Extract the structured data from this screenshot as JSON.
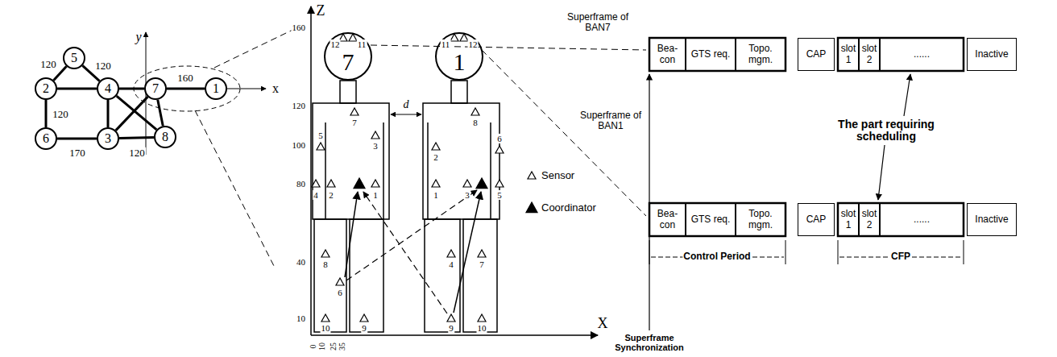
{
  "diagram": {
    "nodes": [
      {
        "text": [
          "5"
        ]
      },
      {
        "text": [
          "2"
        ]
      },
      {
        "text": [
          "4"
        ]
      },
      {
        "text": [
          "7"
        ]
      },
      {
        "text": [
          "1"
        ]
      },
      {
        "text": [
          "6"
        ]
      },
      {
        "text": [
          "3"
        ]
      },
      {
        "text": [
          "8"
        ]
      },
      {
        "text": [
          "7"
        ]
      },
      {
        "text": [
          "1"
        ]
      },
      {
        "text": [
          "Bea- con"
        ]
      },
      {
        "text": [
          "GTS req."
        ]
      },
      {
        "text": [
          "Topo. mgm."
        ]
      },
      {
        "text": [
          "CAP"
        ]
      },
      {
        "text": [
          "slot 1"
        ]
      },
      {
        "text": [
          "slot 2"
        ]
      },
      {
        "text": [
          "......"
        ]
      },
      {
        "text": [
          "Inactive"
        ]
      },
      {
        "text": [
          "Bea- con"
        ]
      },
      {
        "text": [
          "GTS req."
        ]
      },
      {
        "text": [
          "Topo. mgm."
        ]
      },
      {
        "text": [
          "CAP"
        ]
      },
      {
        "text": [
          "slot 1"
        ]
      },
      {
        "text": [
          "slot 2"
        ]
      },
      {
        "text": [
          "......"
        ]
      },
      {
        "text": [
          "Inactive"
        ]
      }
    ],
    "edges": [
      {
        "from": 1,
        "to": 0,
        "arrow": "none",
        "label": "120"
      },
      {
        "from": 0,
        "to": 2,
        "arrow": "none",
        "label": "120"
      },
      {
        "from": 1,
        "to": 2,
        "arrow": "none"
      },
      {
        "from": 1,
        "to": 5,
        "arrow": "none",
        "label": "120"
      },
      {
        "from": 5,
        "to": 6,
        "arrow": "none",
        "label": "170"
      },
      {
        "from": 6,
        "to": 7,
        "arrow": "none",
        "label": "120"
      },
      {
        "from": 2,
        "to": 6,
        "arrow": "none"
      },
      {
        "from": 2,
        "to": 3,
        "arrow": "none"
      },
      {
        "from": 2,
        "to": 7,
        "arrow": "none"
      },
      {
        "from": 6,
        "to": 3,
        "arrow": "none"
      },
      {
        "from": 3,
        "to": 7,
        "arrow": "none"
      },
      {
        "from": 3,
        "to": 4,
        "arrow": "none",
        "label": "160"
      }
    ],
    "labels": [
      "y",
      "x",
      "Z",
      "160",
      "120",
      "100",
      "80",
      "40",
      "10",
      "0",
      "10",
      "25",
      "35",
      "X",
      "d",
      "12",
      "11",
      "5",
      "7",
      "3",
      "4",
      "2",
      "1",
      "8",
      "6",
      "10",
      "9",
      "11",
      "12",
      "8",
      "2",
      "6",
      "1",
      "3",
      "5",
      "4",
      "7",
      "9",
      "10",
      "Superframe of BAN7",
      "Superframe of BAN1",
      "The part requiring scheduling",
      "Control Period",
      "CFP",
      "Superframe Synchronization"
    ],
    "legend": [
      {
        "text": "Sensor"
      },
      {
        "text": "Coordinator"
      }
    ]
  }
}
